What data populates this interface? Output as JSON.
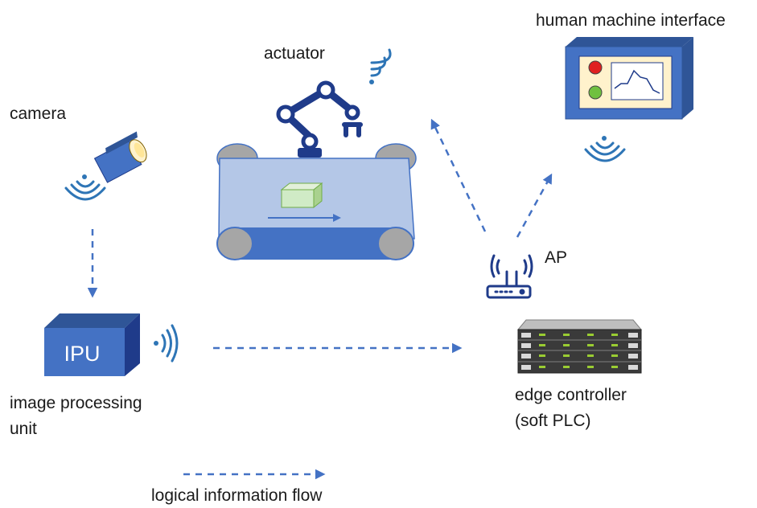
{
  "labels": {
    "camera": "camera",
    "actuator": "actuator",
    "hmi": "human machine interface",
    "ap": "AP",
    "ipu_box": "IPU",
    "ipu_line1": "image processing",
    "ipu_line2": "unit",
    "edge_line1": "edge controller",
    "edge_line2": "(soft PLC)",
    "legend": "logical information flow"
  },
  "colors": {
    "blue": "#4472C4",
    "dark_blue": "#1F3B8A",
    "light_blue": "#B4C7E7",
    "gray": "#A6A6A6",
    "green_box": "#D0EBC6",
    "hmi_panel": "#FFF2CC",
    "red": "#E02020",
    "green": "#70C040"
  },
  "icons": [
    "camera-icon",
    "robot-arm-icon",
    "conveyor-icon",
    "hmi-screen-icon",
    "router-icon",
    "server-icon",
    "ipu-box-icon",
    "wifi-signal-icon"
  ]
}
